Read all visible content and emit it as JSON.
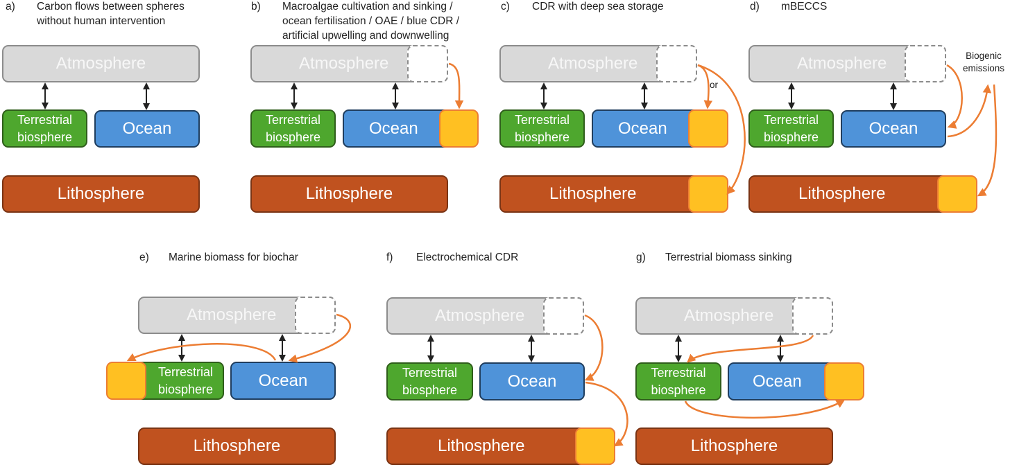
{
  "figure": {
    "colors": {
      "atmosphere": "#d9d9d9",
      "terrestrial": "#4ea72e",
      "ocean": "#4f93d9",
      "lithosphere": "#c0521f",
      "storage": "#ffc022",
      "flow_arrow": "#ec7d33",
      "natural_arrow": "#222222"
    },
    "spheres": {
      "atmosphere": "Atmosphere",
      "terrestrial_line1": "Terrestrial",
      "terrestrial_line2": "biosphere",
      "ocean": "Ocean",
      "lithosphere": "Lithosphere"
    },
    "panels": [
      {
        "label": "a)",
        "title_lines": [
          "Carbon flows between spheres",
          "without human intervention"
        ]
      },
      {
        "label": "b)",
        "title_lines": [
          "Macroalgae cultivation and sinking /",
          "ocean fertilisation / OAE / blue CDR /",
          "artificial upwelling and downwelling"
        ]
      },
      {
        "label": "c)",
        "title_lines": [
          "CDR with deep sea storage"
        ],
        "annotation": "or"
      },
      {
        "label": "d)",
        "title_lines": [
          "mBECCS"
        ],
        "annotation_lines": [
          "Biogenic",
          "emissions"
        ]
      },
      {
        "label": "e)",
        "title_lines": [
          "Marine biomass for biochar"
        ]
      },
      {
        "label": "f)",
        "title_lines": [
          "Electrochemical CDR"
        ]
      },
      {
        "label": "g)",
        "title_lines": [
          "Terrestrial biomass sinking"
        ]
      }
    ]
  }
}
